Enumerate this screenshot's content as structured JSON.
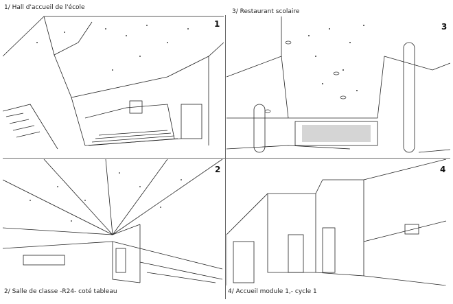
{
  "panels": [
    {
      "caption": "1/ Hall d'accueil de l'école",
      "number": "1"
    },
    {
      "caption": "3/ Restaurant scolaire",
      "number": "3"
    },
    {
      "caption": "2/ Salle de classe -R24- coté tableau",
      "number": "2"
    },
    {
      "caption": "4/ Accueil module 1,- cycle 1",
      "number": "4"
    }
  ]
}
